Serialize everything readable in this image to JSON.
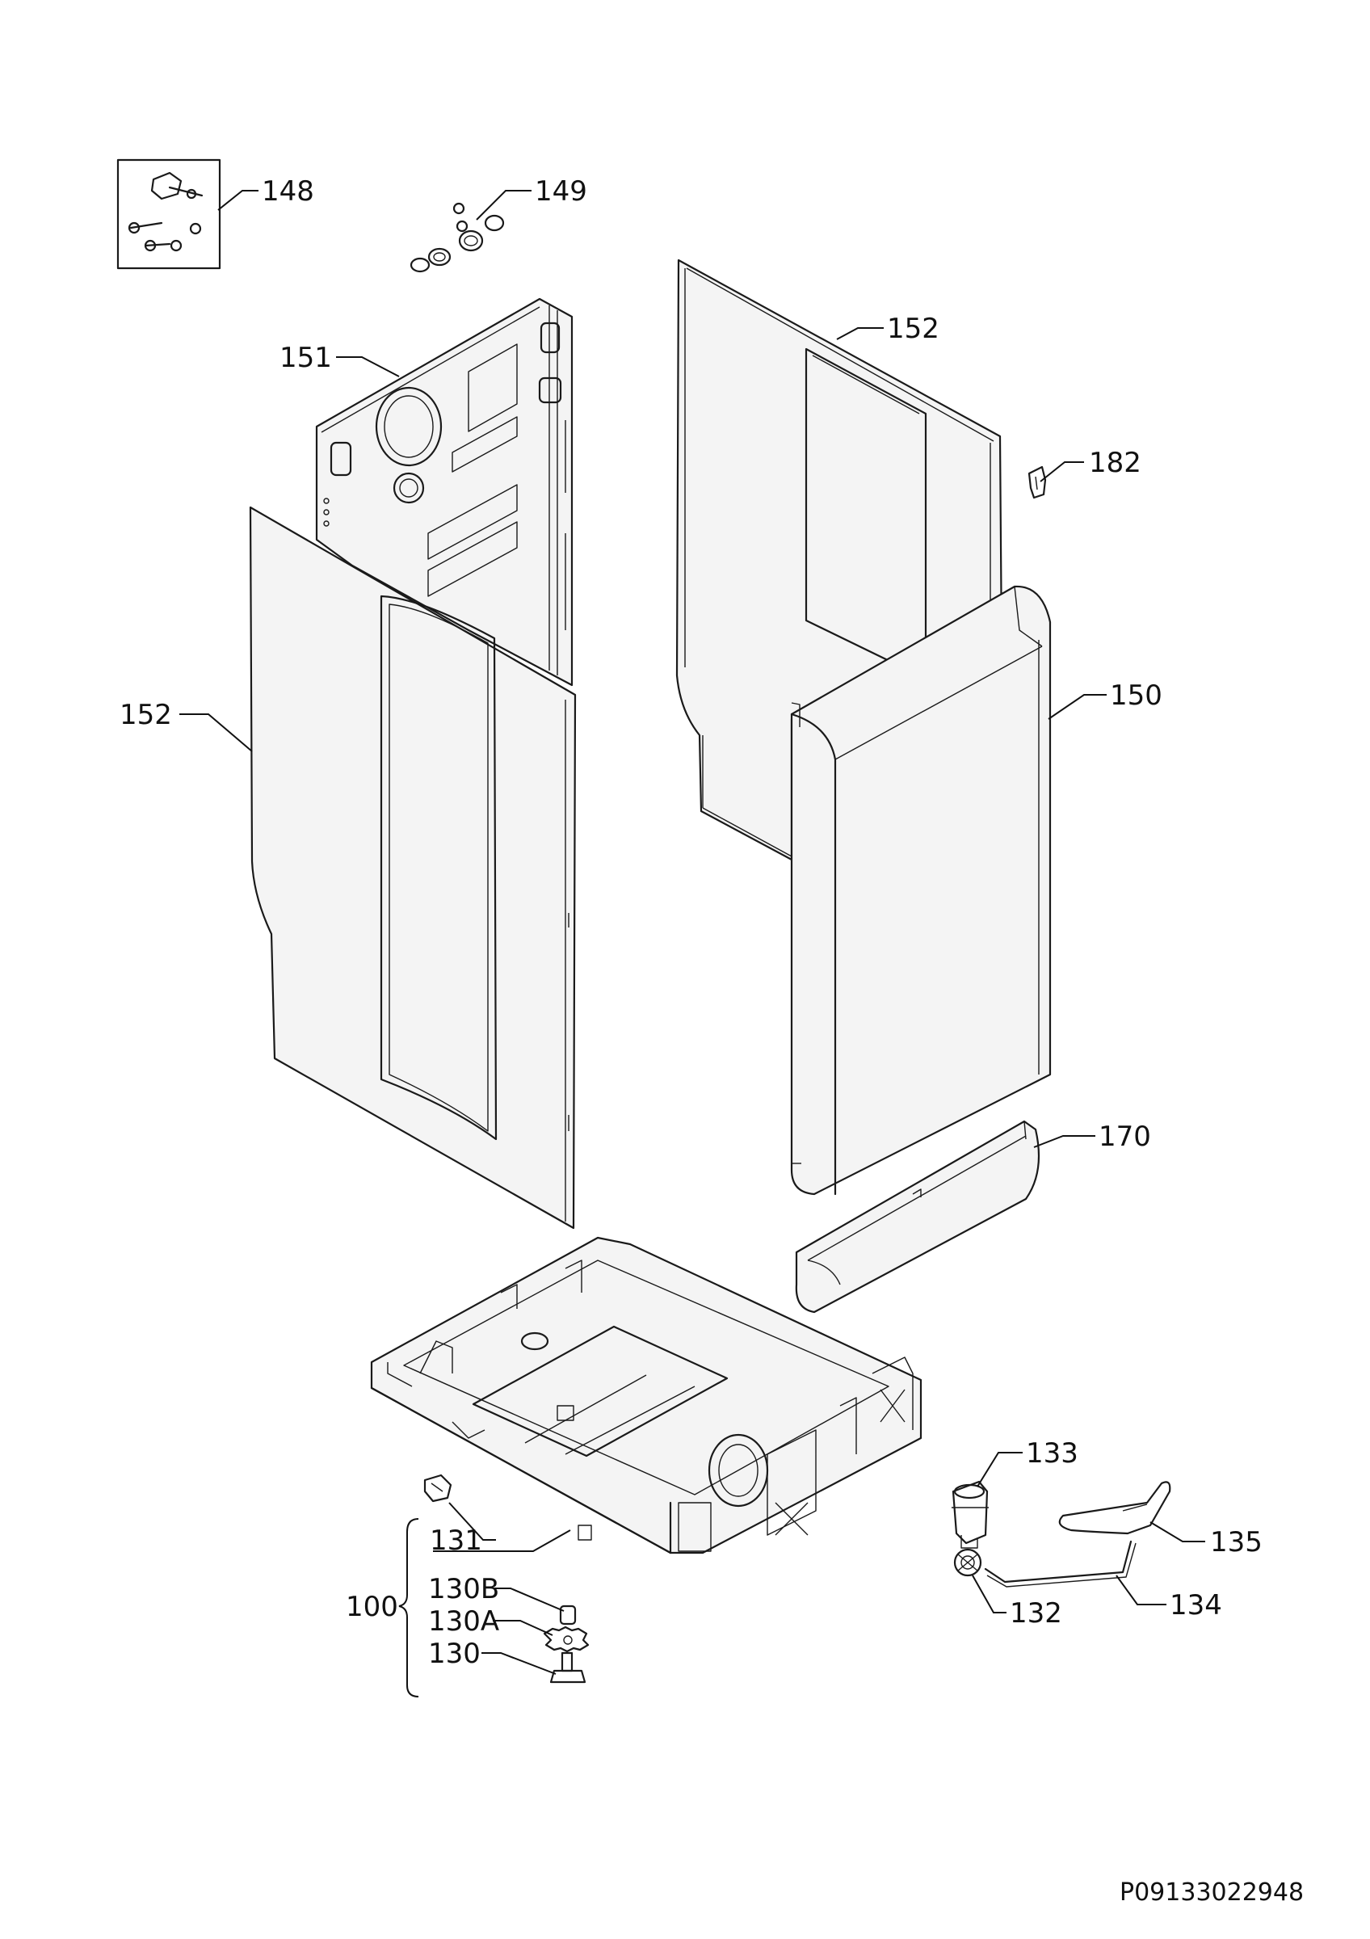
{
  "labels": {
    "p148": "148",
    "p149": "149",
    "p151": "151",
    "p152_top": "152",
    "p182": "182",
    "p152_left": "152",
    "p150": "150",
    "p170": "170",
    "p133": "133",
    "p135": "135",
    "p131": "131",
    "p100": "100",
    "p130B": "130B",
    "p130A": "130A",
    "p130": "130",
    "p132": "132",
    "p134": "134"
  },
  "drawing_code": "P09133022948",
  "colors": {
    "line": "#1a1a1a",
    "panel_fill": "#f4f4f4",
    "background": "#ffffff"
  }
}
